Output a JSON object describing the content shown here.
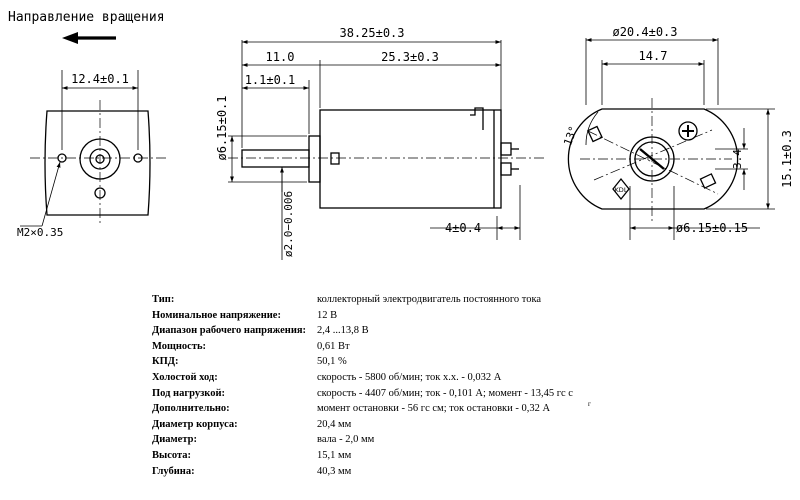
{
  "direction": {
    "label": "Направление вращения"
  },
  "front_view": {
    "hole_spacing": "12.4±0.1",
    "thread": "M2×0.35"
  },
  "side_view": {
    "total_length": "38.25±0.3",
    "shaft_length": "11.0",
    "body_length": "25.3±0.3",
    "boss_length": "1.1±0.1",
    "boss_diameter": "ø6.15±0.1",
    "shaft_diameter": "ø2.0−0.006",
    "terminal_offset": "4±0.4"
  },
  "rear_view": {
    "outer_diameter": "ø20.4±0.3",
    "flat_width": "14.7",
    "angle": "13°",
    "plus_sign": "+",
    "logo": "KDL",
    "terminal_gap": "3.4",
    "height": "15.1±0.3",
    "boss_diameter": "ø6.15±0.15"
  },
  "specs": [
    {
      "label": "Тип:",
      "value": "коллекторный электродвигатель постоянного тока"
    },
    {
      "label": "Номинальное напряжение:",
      "value": "12 В"
    },
    {
      "label": "Диапазон рабочего напряжения:",
      "value": "2,4 ...13,8 В"
    },
    {
      "label": "Мощность:",
      "value": "0,61 Вт"
    },
    {
      "label": "КПД:",
      "value": "50,1 %"
    },
    {
      "label": "Холостой ход:",
      "value": "скорость - 5800 об/мин; ток х.х. - 0,032 А"
    },
    {
      "label": "Под нагрузкой:",
      "value": "скорость - 4407 об/мин; ток - 0,101 А; момент - 13,45 гс с"
    },
    {
      "label": "Дополнительно:",
      "value": "момент остановки - 56 гс см; ток остановки - 0,32 А"
    },
    {
      "label": "Диаметр корпуса:",
      "value": "20,4 мм"
    },
    {
      "label": "Диаметр:",
      "value": "вала - 2,0 мм"
    },
    {
      "label": "Высота:",
      "value": "15,1 мм"
    },
    {
      "label": "Глубина:",
      "value": "40,3 мм"
    }
  ],
  "stray_mark": "г"
}
